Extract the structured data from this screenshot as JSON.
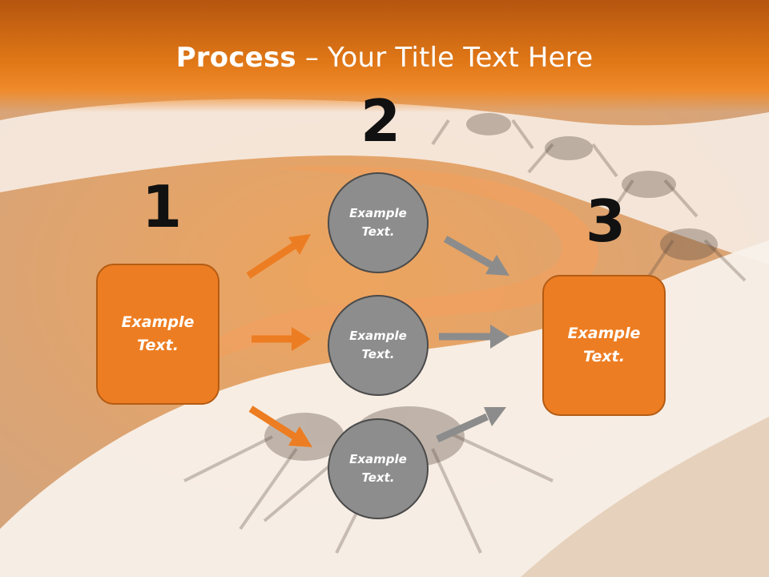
{
  "title": {
    "bold": "Process",
    "rest": " – Your Title Text Here"
  },
  "steps": {
    "n1": "1",
    "n2": "2",
    "n3": "3"
  },
  "left_box": {
    "text": "Example\nText."
  },
  "right_box": {
    "text": "Example\nText."
  },
  "circles": [
    {
      "text": "Example\nText."
    },
    {
      "text": "Example\nText."
    },
    {
      "text": "Example\nText."
    }
  ],
  "colors": {
    "accent_orange": "#ed7d22",
    "circle_gray": "#8d8d8d",
    "arrow_gray": "#8c8c8c"
  },
  "background": {
    "description_icon": "ant-trail-photo"
  }
}
